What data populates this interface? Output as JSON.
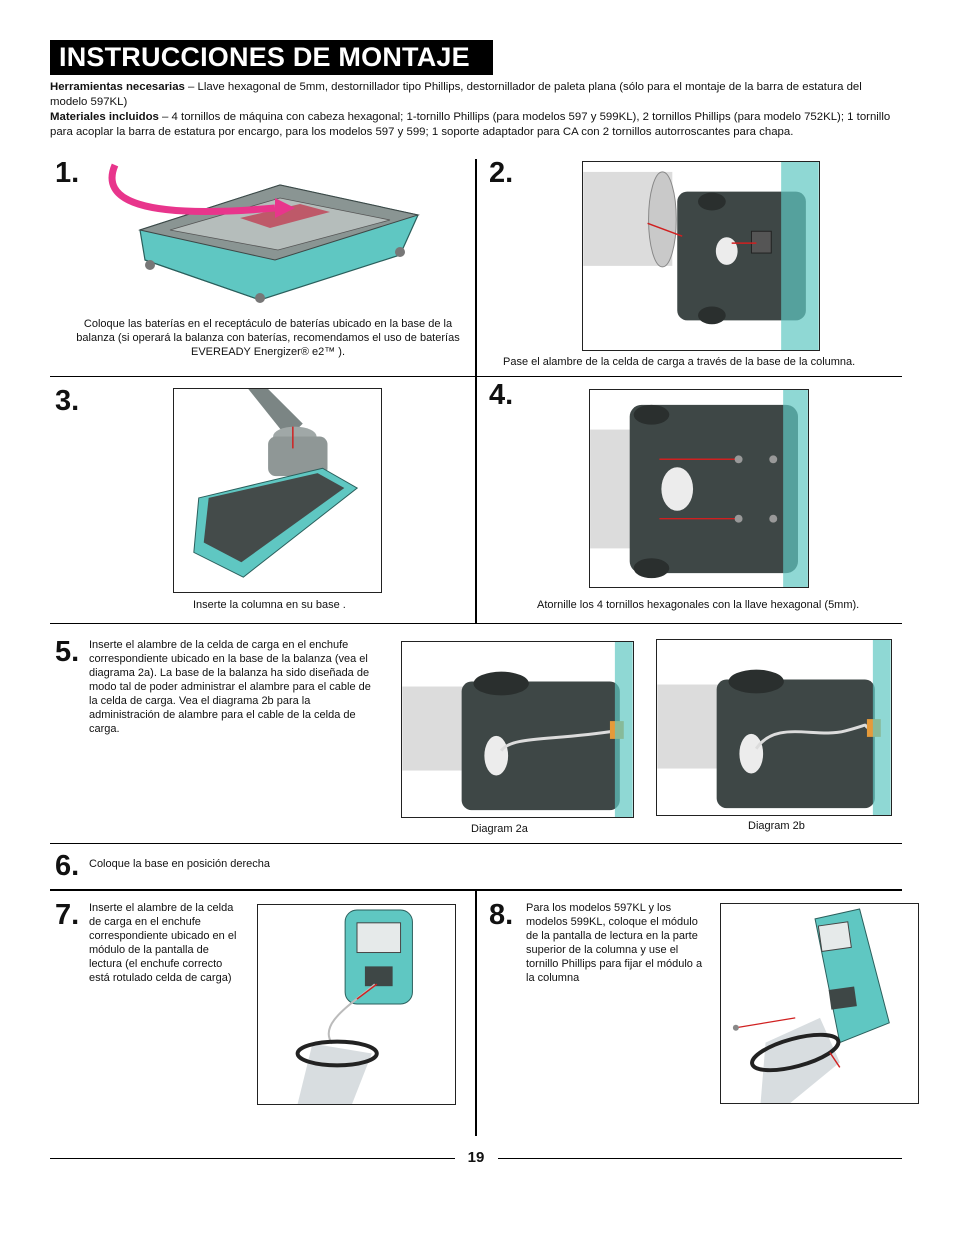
{
  "title": "INSTRUCCIONES DE MONTAJE",
  "intro": {
    "tools_label": "Herramientas necesarias",
    "tools_text": " – Llave hexagonal de 5mm, destornillador tipo Phillips, destornillador de paleta plana (sólo para el montaje de la barra de estatura del modelo 597KL)",
    "materials_label": "Materiales incluidos",
    "materials_text": " – 4 tornillos de máquina con cabeza hexagonal; 1-tornillo Phillips (para modelos 597 y 599KL), 2 tornillos Phillips (para modelo 752KL); 1 tornillo para acoplar la barra de estatura por encargo, para los modelos 597 y 599; 1 soporte adaptador para CA con 2 tornillos autorroscantes para chapa."
  },
  "steps": [
    {
      "number": "1.",
      "text": "Coloque las baterías en el receptáculo de baterías ubicado en la base de la balanza (si operará la balanza con baterías, recomendamos el uso de baterías EVEREADY Energizer® e2™ )."
    },
    {
      "number": "2.",
      "text": "Pase el alambre de la celda de carga a través de la base de la columna."
    },
    {
      "number": "3.",
      "text": "Inserte la columna en su base ."
    },
    {
      "number": "4.",
      "text": "Atornille los 4 tornillos hexagonales con la llave hexagonal (5mm)."
    },
    {
      "number": "5.",
      "text": "Inserte el alambre de la celda de carga en el enchufe correspondiente ubicado en la base de la balanza (vea el  diagrama 2a).  La base de la balanza ha sido diseñada de modo tal de poder administrar el alambre para el cable de la celda de carga.    Vea el diagrama 2b para la administración de alambre para el cable de la celda de carga."
    },
    {
      "number": "6.",
      "text": "Coloque la base en posición derecha"
    },
    {
      "number": "7.",
      "text": "Inserte el alambre de la celda de carga en el enchufe correspondiente ubicado en el módulo de la pantalla de lectura (el enchufe correcto está rotulado celda de carga)"
    },
    {
      "number": "8.",
      "text": "Para los modelos 597KL y los modelos 599KL, coloque el módulo de la pantalla de lectura en la parte superior de la columna y use el tornillo Phillips para fijar el módulo a la columna"
    }
  ],
  "diagrams": {
    "a_label": "Diagram 2a",
    "b_label": "Diagram 2b"
  },
  "page_number": "19",
  "colors": {
    "teal": "#5fc7c2",
    "dark_gray": "#3e4746",
    "arrow_magenta": "#e8358c",
    "arrow_red": "#d02020"
  }
}
